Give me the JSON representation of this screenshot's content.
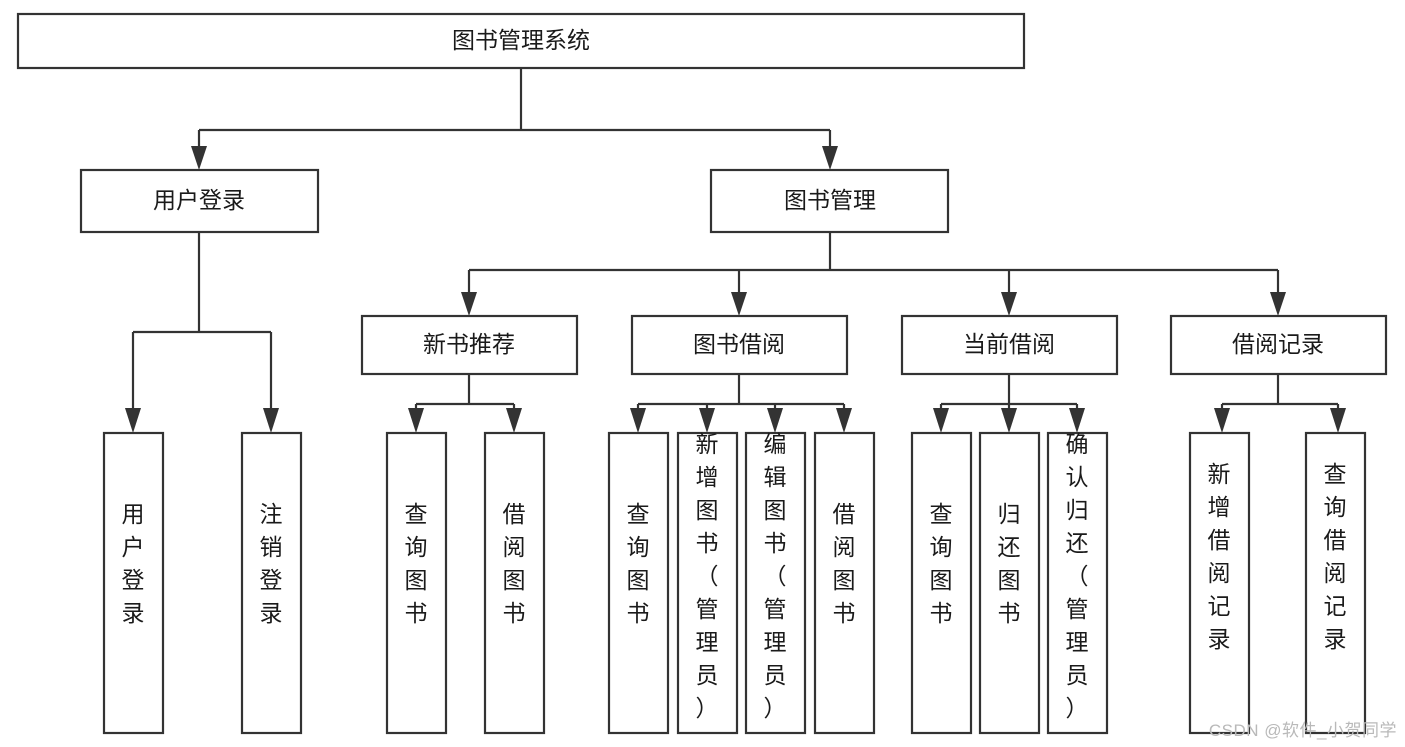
{
  "diagram": {
    "type": "tree-hierarchy-flowchart",
    "title": "图书管理系统",
    "watermark": "CSDN @软件_小贺同学",
    "colors": {
      "background": "#ffffff",
      "stroke": "#333333",
      "box_fill": "#ffffff",
      "text": "#1a1a1a",
      "watermark": "#b9b9b9"
    },
    "levels": [
      {
        "level": 1,
        "nodes": [
          {
            "id": "root",
            "label": "图书管理系统",
            "orientation": "horizontal"
          }
        ]
      },
      {
        "level": 2,
        "nodes": [
          {
            "id": "login",
            "label": "用户登录",
            "orientation": "horizontal",
            "parent": "root"
          },
          {
            "id": "bookmgmt",
            "label": "图书管理",
            "orientation": "horizontal",
            "parent": "root"
          }
        ]
      },
      {
        "level": 3,
        "nodes": [
          {
            "id": "newbook",
            "label": "新书推荐",
            "orientation": "horizontal",
            "parent": "bookmgmt"
          },
          {
            "id": "borrow",
            "label": "图书借阅",
            "orientation": "horizontal",
            "parent": "bookmgmt"
          },
          {
            "id": "current",
            "label": "当前借阅",
            "orientation": "horizontal",
            "parent": "bookmgmt"
          },
          {
            "id": "record",
            "label": "借阅记录",
            "orientation": "horizontal",
            "parent": "bookmgmt"
          }
        ]
      },
      {
        "level": 4,
        "nodes": [
          {
            "id": "leaf1",
            "label": "用户登录",
            "orientation": "vertical",
            "parent": "login"
          },
          {
            "id": "leaf2",
            "label": "注销登录",
            "orientation": "vertical",
            "parent": "login"
          },
          {
            "id": "leaf3",
            "label": "查询图书",
            "orientation": "vertical",
            "parent": "newbook"
          },
          {
            "id": "leaf4",
            "label": "借阅图书",
            "orientation": "vertical",
            "parent": "newbook"
          },
          {
            "id": "leaf5",
            "label": "查询图书",
            "orientation": "vertical",
            "parent": "borrow"
          },
          {
            "id": "leaf6",
            "label": "新增图书（管理员）",
            "orientation": "vertical",
            "parent": "borrow"
          },
          {
            "id": "leaf7",
            "label": "编辑图书（管理员）",
            "orientation": "vertical",
            "parent": "borrow"
          },
          {
            "id": "leaf8",
            "label": "借阅图书",
            "orientation": "vertical",
            "parent": "borrow"
          },
          {
            "id": "leaf9",
            "label": "查询图书",
            "orientation": "vertical",
            "parent": "current"
          },
          {
            "id": "leaf10",
            "label": "归还图书",
            "orientation": "vertical",
            "parent": "current"
          },
          {
            "id": "leaf11",
            "label": "确认归还（管理员）",
            "orientation": "vertical",
            "parent": "current"
          },
          {
            "id": "leaf12",
            "label": "新增借阅记录",
            "orientation": "vertical",
            "parent": "record"
          },
          {
            "id": "leaf13",
            "label": "查询借阅记录",
            "orientation": "vertical",
            "parent": "record"
          }
        ]
      }
    ]
  },
  "labels": {
    "root": "图书管理系统",
    "login": "用户登录",
    "bookmgmt": "图书管理",
    "newbook": "新书推荐",
    "borrow": "图书借阅",
    "current": "当前借阅",
    "record": "借阅记录",
    "leaf1": "用户登录",
    "leaf2": "注销登录",
    "leaf3": "查询图书",
    "leaf4": "借阅图书",
    "leaf5": "查询图书",
    "leaf6": "新增图书（管理员）",
    "leaf7": "编辑图书（管理员）",
    "leaf8": "借阅图书",
    "leaf9": "查询图书",
    "leaf10": "归还图书",
    "leaf11": "确认归还（管理员）",
    "leaf12": "新增借阅记录",
    "leaf13": "查询借阅记录",
    "watermark": "CSDN @软件_小贺同学"
  }
}
